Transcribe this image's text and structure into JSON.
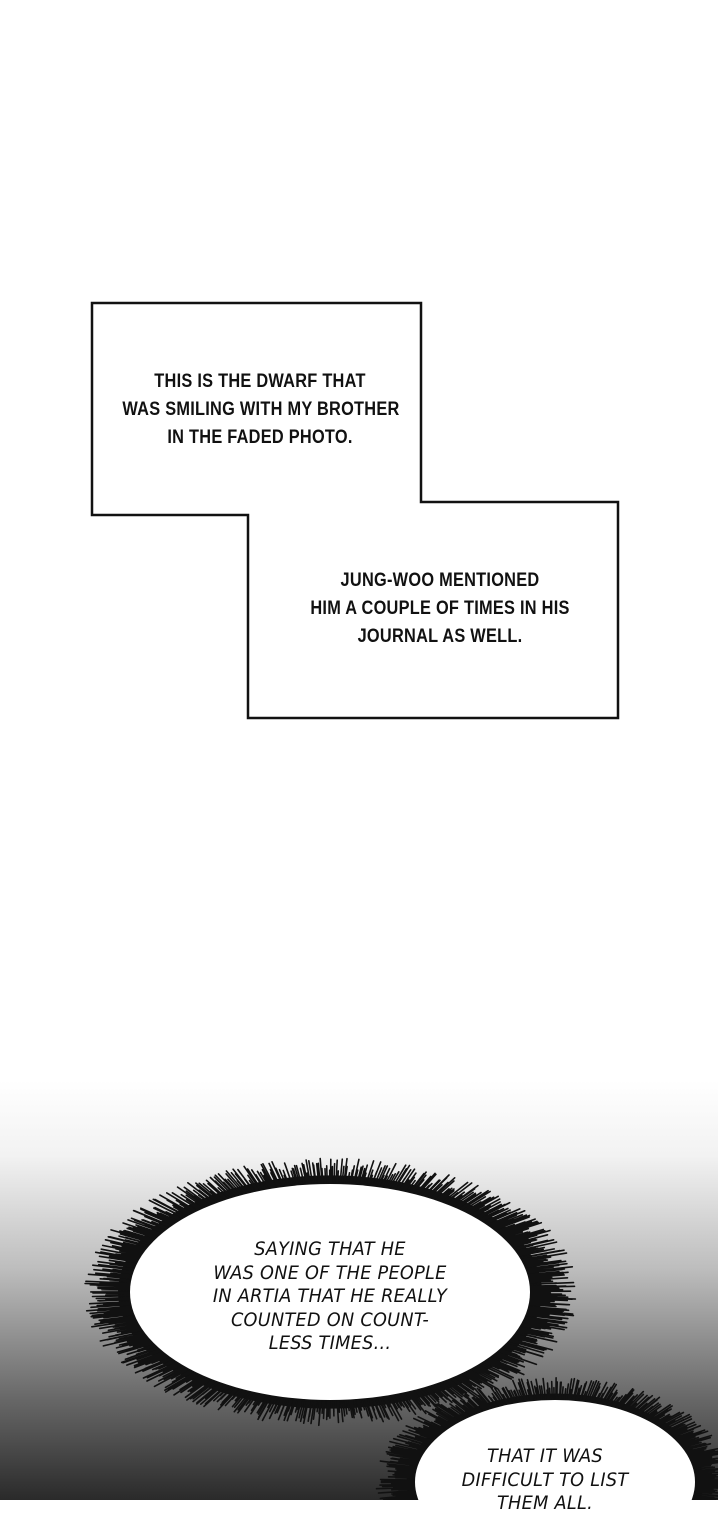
{
  "captions": {
    "box1": {
      "lines": [
        "THIS IS THE DWARF THAT",
        "WAS SMILING WITH MY BROTHER",
        "IN THE FADED PHOTO."
      ]
    },
    "box2": {
      "lines": [
        "JUNG-WOO MENTIONED",
        "HIM A COUPLE OF TIMES IN HIS",
        "JOURNAL AS WELL."
      ]
    }
  },
  "bubbles": {
    "bubble1": {
      "lines": [
        "SAYING THAT HE",
        "WAS ONE OF THE PEOPLE",
        "IN ARTIA THAT HE REALLY",
        "COUNTED ON COUNT-",
        "LESS TIMES..."
      ]
    },
    "bubble2": {
      "lines": [
        "THAT IT WAS",
        "DIFFICULT TO LIST",
        "THEM ALL."
      ]
    }
  },
  "colors": {
    "ink": "#111111",
    "paper": "#ffffff",
    "gradient_dark": "#2a2a2a"
  }
}
